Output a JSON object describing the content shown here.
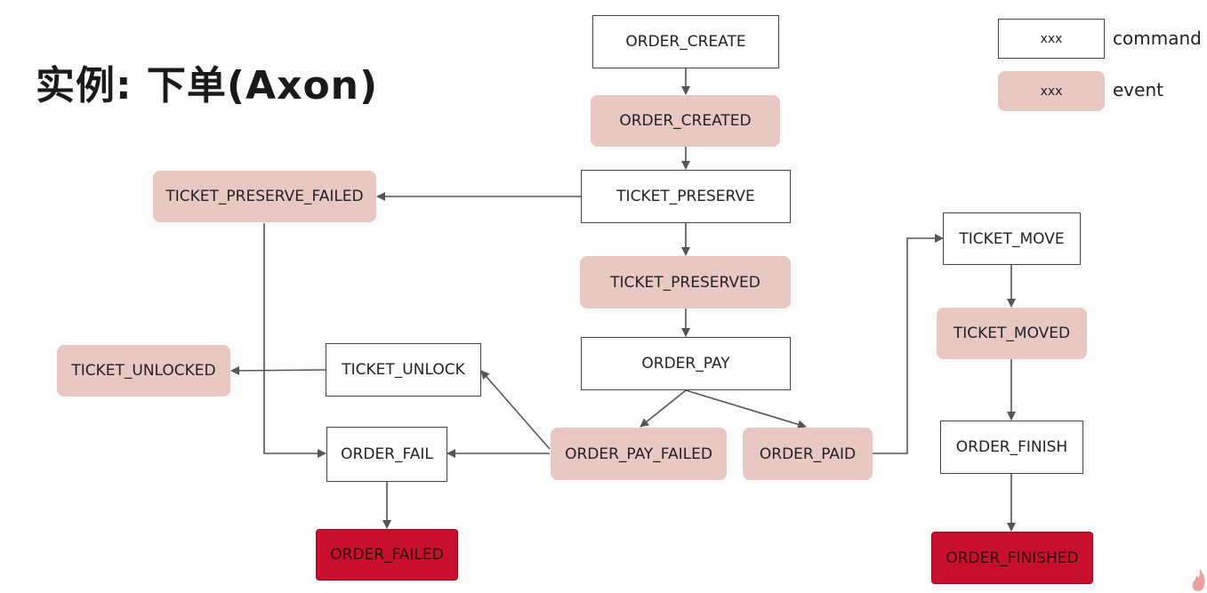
{
  "title": "实例: 下单(Axon)",
  "legend": {
    "command_sample": "xxx",
    "command_label": "command",
    "event_sample": "xxx",
    "event_label": "event"
  },
  "nodes": {
    "order_create": "ORDER_CREATE",
    "order_created": "ORDER_CREATED",
    "ticket_preserve": "TICKET_PRESERVE",
    "ticket_preserve_failed": "TICKET_PRESERVE_FAILED",
    "ticket_preserved": "TICKET_PRESERVED",
    "order_pay": "ORDER_PAY",
    "ticket_unlock": "TICKET_UNLOCK",
    "ticket_unlocked": "TICKET_UNLOCKED",
    "order_fail": "ORDER_FAIL",
    "order_failed": "ORDER_FAILED",
    "order_pay_failed": "ORDER_PAY_FAILED",
    "order_paid": "ORDER_PAID",
    "ticket_move": "TICKET_MOVE",
    "ticket_moved": "TICKET_MOVED",
    "order_finish": "ORDER_FINISH",
    "order_finished": "ORDER_FINISHED"
  },
  "colors": {
    "command_fill": "#ffffff",
    "event_fill": "#e9c8c4",
    "terminal_fill": "#c8102e",
    "edge": "#555555"
  }
}
